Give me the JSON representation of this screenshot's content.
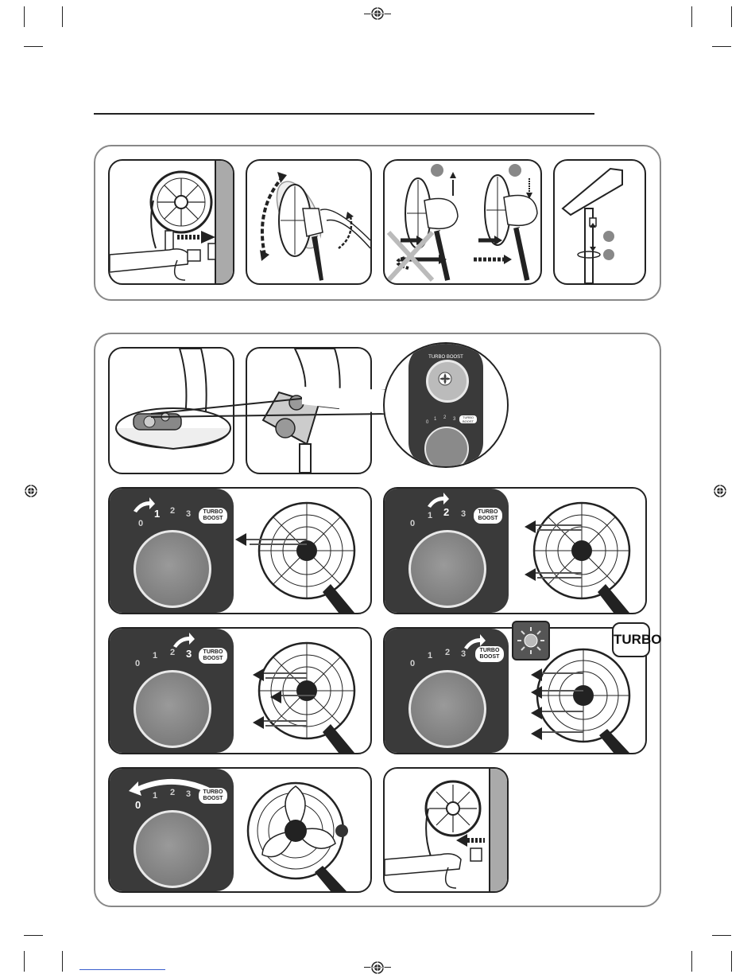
{
  "step_numbers": [],
  "dial_panels": [
    {
      "ticks": [
        "0",
        "1",
        "2",
        "3"
      ],
      "active": "1",
      "turbo_label": "TURBO BOOST"
    },
    {
      "ticks": [
        "0",
        "1",
        "2",
        "3"
      ],
      "active": "2",
      "turbo_label": "TURBO BOOST"
    },
    {
      "ticks": [
        "0",
        "1",
        "2",
        "3"
      ],
      "active": "3",
      "turbo_label": "TURBO BOOST"
    },
    {
      "ticks": [
        "0",
        "1",
        "2",
        "3"
      ],
      "active": "",
      "turbo_label": "TURBO BOOST"
    },
    {
      "ticks": [
        "0",
        "1",
        "2",
        "3"
      ],
      "active": "0",
      "turbo_label": "TURBO BOOST"
    }
  ],
  "zoom": {
    "turbo_ring_label": "TURBO BOOST",
    "ticks": [
      "0",
      "1",
      "2",
      "3"
    ],
    "turbo_label": "TURBO BOOST"
  },
  "turbo_badge": "TURBO"
}
